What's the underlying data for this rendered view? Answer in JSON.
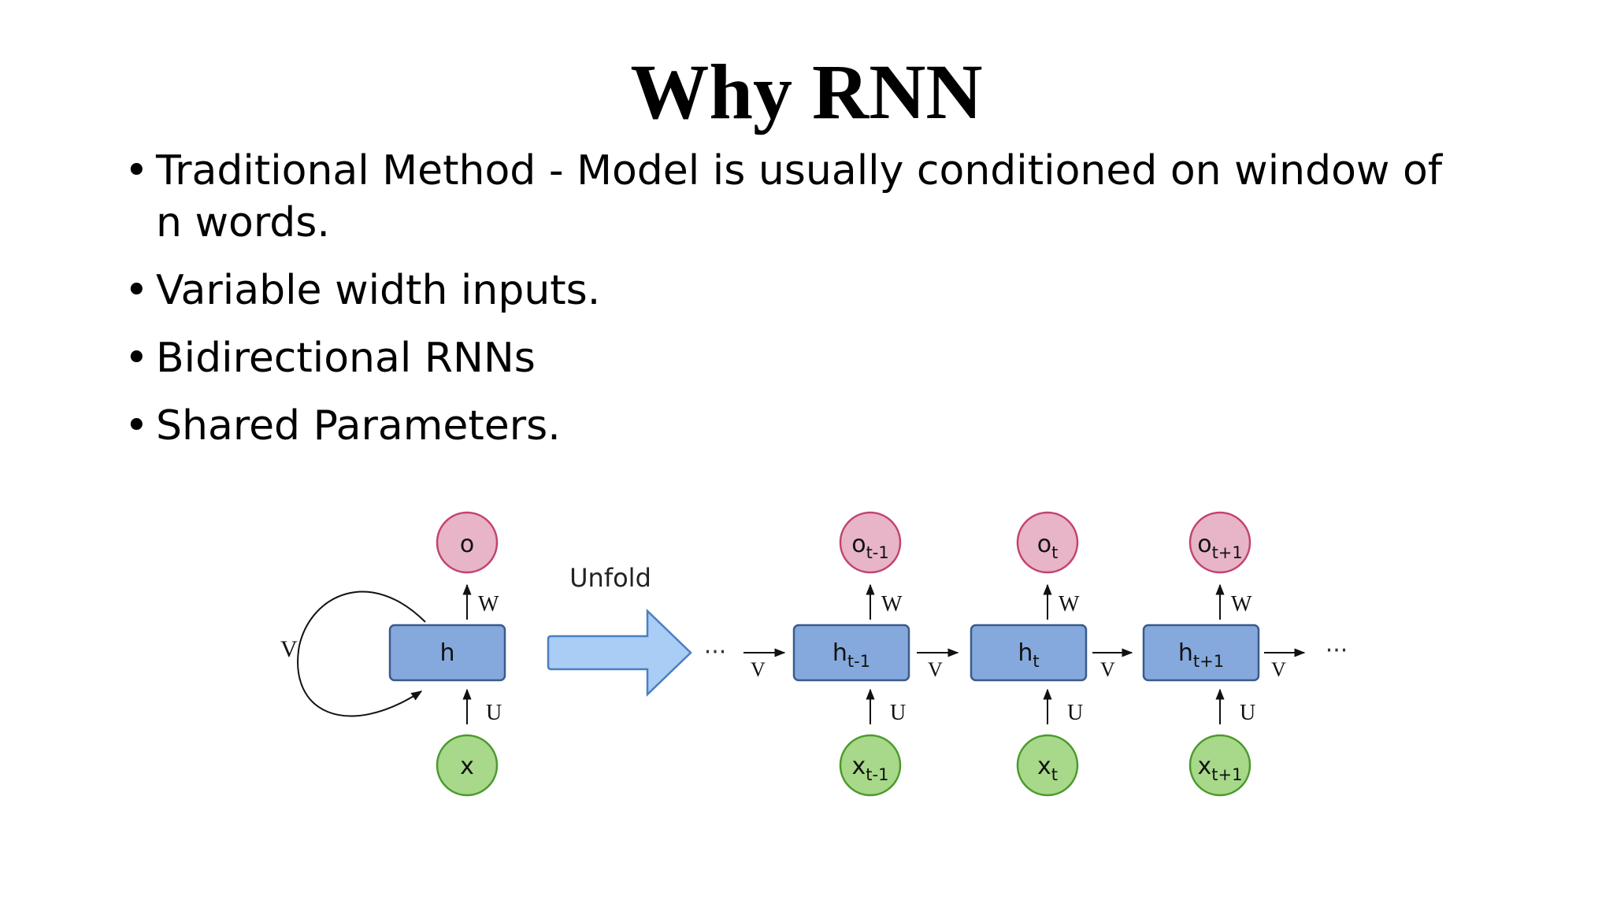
{
  "title": "Why RNN",
  "bullets": [
    "Traditional Method - Model is usually conditioned on window of n words.",
    "Variable width inputs.",
    "Bidirectional RNNs",
    "Shared Parameters."
  ],
  "bullet_glyph": "•",
  "diagram": {
    "folded": {
      "output": "o",
      "hidden": "h",
      "input": "x",
      "label_w": "W",
      "label_u": "U",
      "label_v": "V"
    },
    "unfold_label": "Unfold",
    "ellipsis": "···",
    "label_v": "V",
    "label_w": "W",
    "label_u": "U",
    "steps": [
      {
        "o_base": "o",
        "o_sub": "t-1",
        "h_base": "h",
        "h_sub": "t-1",
        "x_base": "x",
        "x_sub": "t-1"
      },
      {
        "o_base": "o",
        "o_sub": "t",
        "h_base": "h",
        "h_sub": "t",
        "x_base": "x",
        "x_sub": "t"
      },
      {
        "o_base": "o",
        "o_sub": "t+1",
        "h_base": "h",
        "h_sub": "t+1",
        "x_base": "x",
        "x_sub": "t+1"
      }
    ],
    "colors": {
      "output_fill": "#e8b4c8",
      "output_stroke": "#c2436f",
      "hidden_fill": "#85a9dc",
      "hidden_stroke": "#3b5a8c",
      "input_fill": "#a8d88a",
      "input_stroke": "#4a9a2c",
      "arrow_fill": "#a9cdf5",
      "arrow_stroke": "#4b7fc0"
    }
  }
}
